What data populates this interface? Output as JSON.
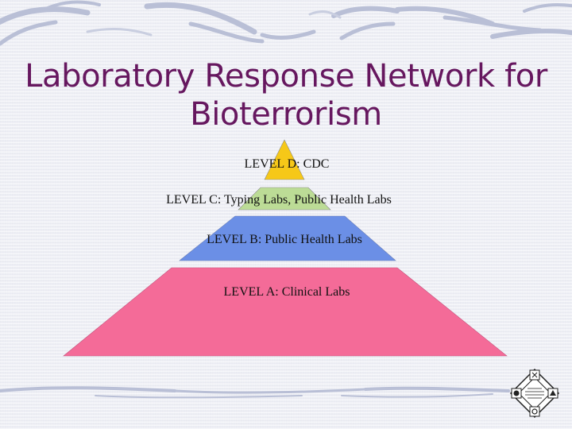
{
  "slide": {
    "title_line1": "Laboratory Response Network for",
    "title_line2": "Bioterrorism"
  },
  "pyramid": {
    "levels": [
      {
        "id": "d",
        "label": "LEVEL D: CDC",
        "color": "#f6c818"
      },
      {
        "id": "c",
        "label": "LEVEL C: Typing Labs, Public Health Labs",
        "color": "#bcdc96"
      },
      {
        "id": "b",
        "label": "LEVEL B: Public Health Labs",
        "color": "#6b8fe6"
      },
      {
        "id": "a",
        "label": "LEVEL A: Clinical Labs",
        "color": "#f46b98"
      }
    ]
  },
  "colors": {
    "title": "#66175f",
    "background": "#f1f2f7",
    "decoration": "#b5bbd3"
  }
}
